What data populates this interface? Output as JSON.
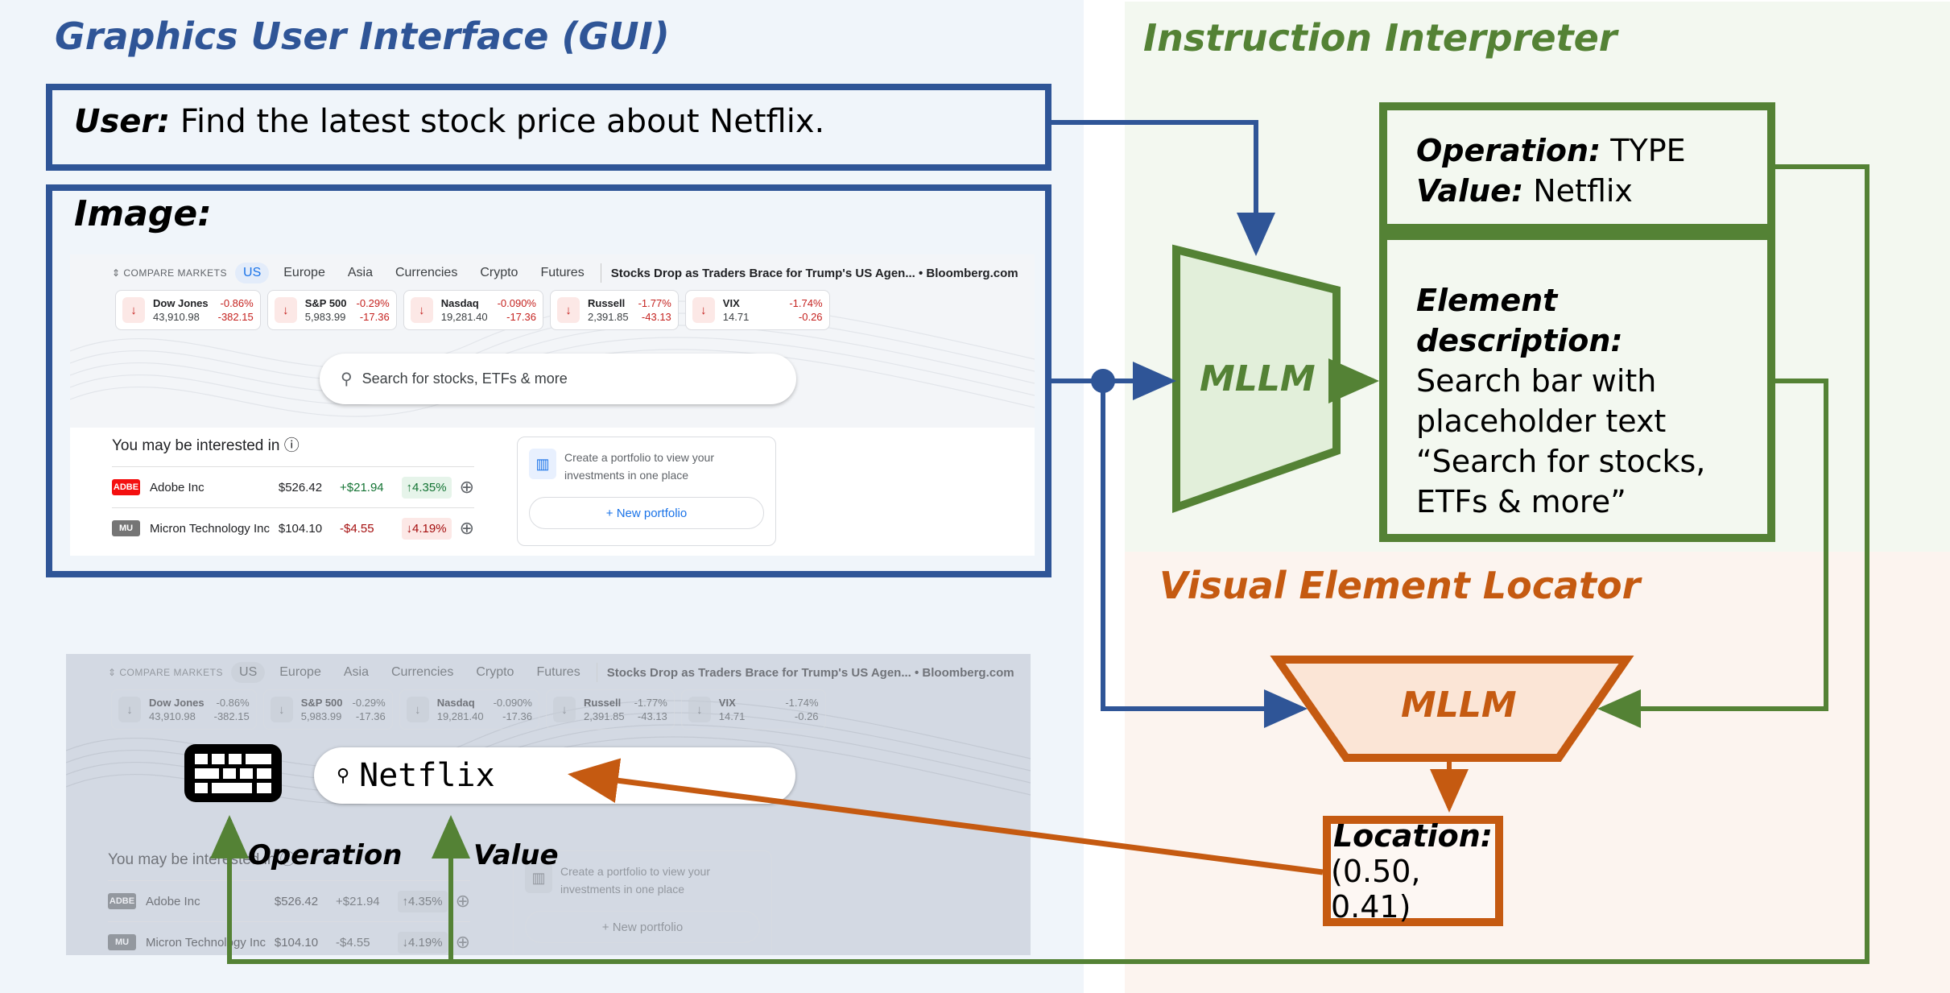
{
  "sections": {
    "gui_title": "Graphics User Interface (GUI)",
    "interpreter_title": "Instruction Interpreter",
    "locator_title": "Visual Element Locator"
  },
  "colors": {
    "gui_blue": "#2f5597",
    "interpreter_green": "#548235",
    "locator_orange": "#c55a11"
  },
  "user_box": {
    "label": "User:",
    "instruction": " Find the latest stock price about Netflix."
  },
  "image_box": {
    "label": "Image:"
  },
  "screenshot": {
    "compare_markets": "⇕ COMPARE MARKETS",
    "tabs": [
      "US",
      "Europe",
      "Asia",
      "Currencies",
      "Crypto",
      "Futures"
    ],
    "active_tab": "US",
    "news": "Stocks Drop as Traders Brace for Trump's US Agen... • Bloomberg.com",
    "tickers": [
      {
        "name": "Dow Jones",
        "value": "43,910.98",
        "pct": "-0.86%",
        "change": "-382.15"
      },
      {
        "name": "S&P 500",
        "value": "5,983.99",
        "pct": "-0.29%",
        "change": "-17.36"
      },
      {
        "name": "Nasdaq",
        "value": "19,281.40",
        "pct": "-0.090%",
        "change": "-17.36"
      },
      {
        "name": "Russell",
        "value": "2,391.85",
        "pct": "-1.77%",
        "change": "-43.13"
      },
      {
        "name": "VIX",
        "value": "14.71",
        "pct": "-1.74%",
        "change": "-0.26"
      }
    ],
    "search_placeholder": "Search for stocks, ETFs & more",
    "interest_heading": "You may be interested in ⓘ",
    "interest_rows": [
      {
        "ticker": "ADBE",
        "name": "Adobe Inc",
        "price": "$526.42",
        "change": "+$21.94",
        "pct": "↑4.35%",
        "direction": "up"
      },
      {
        "ticker": "MU",
        "name": "Micron Technology Inc",
        "price": "$104.10",
        "change": "-$4.55",
        "pct": "↓4.19%",
        "direction": "down"
      }
    ],
    "portfolio_text": "Create a portfolio to view your investments in one place",
    "new_portfolio": "+ New portfolio"
  },
  "action_result": {
    "typed_value": "Netflix",
    "operation_label": "Operation",
    "value_label": "Value",
    "operation_icon": "keyboard-icon"
  },
  "interpreter": {
    "mllm_label": "MLLM",
    "operation_key": "Operation:",
    "operation_value": " TYPE",
    "value_key": "Value:",
    "value_value": " Netflix",
    "element_desc_key": "Element description:",
    "element_desc_value": "Search bar with placeholder text “Search for stocks, ETFs & more”"
  },
  "locator": {
    "mllm_label": "MLLM",
    "location_key": "Location:",
    "location_value": "(0.50, 0.41)"
  }
}
